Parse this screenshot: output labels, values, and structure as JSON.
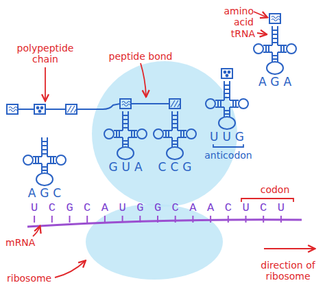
{
  "diagram": {
    "nodes": [
      {
        "text": [
          "AGC"
        ]
      },
      {
        "text": [
          "GUA"
        ]
      },
      {
        "text": [
          "CCG"
        ]
      },
      {
        "text": [
          "UUG"
        ]
      },
      {
        "text": [
          "AGA"
        ]
      }
    ],
    "labels": [
      "amino acid",
      "tRNA",
      "polypeptide chain",
      "peptide bond",
      "anticodon",
      "codon",
      "UCGCAUGGCAACUCU",
      "mRNA",
      "ribosome",
      "direction of ribosome"
    ]
  }
}
